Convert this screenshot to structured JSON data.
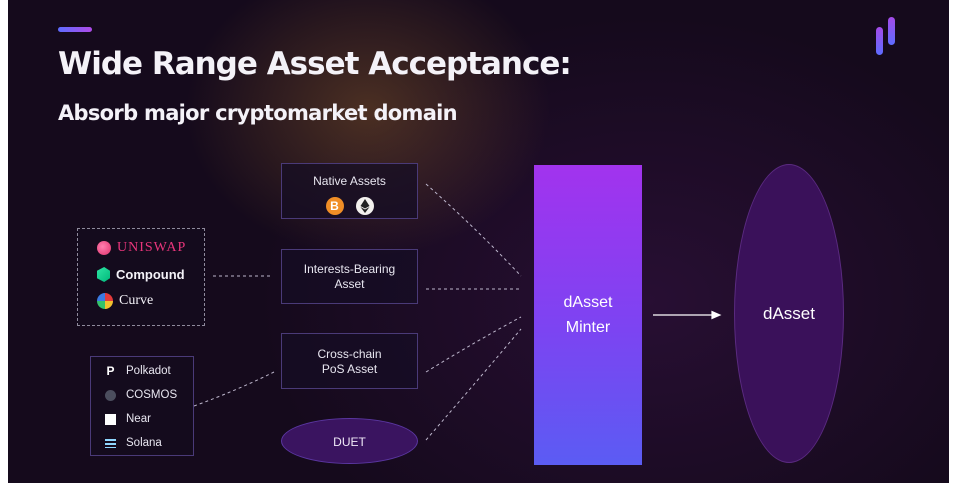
{
  "title": "Wide Range Asset Acceptance:",
  "subtitle": "Absorb major cryptomarket domain",
  "sources": {
    "native": {
      "label": "Native Assets",
      "icons": [
        "bitcoin-icon",
        "ethereum-icon"
      ],
      "btc_glyph": "B"
    },
    "interest": {
      "line1": "Interests-Bearing",
      "line2": "Asset"
    },
    "crosschain": {
      "line1": "Cross-chain",
      "line2": "PoS Asset"
    },
    "duet": {
      "label": "DUET"
    }
  },
  "defi_protocols": [
    {
      "name": "UNISWAP",
      "icon": "uniswap-icon"
    },
    {
      "name": "Compound",
      "icon": "compound-icon"
    },
    {
      "name": "Curve",
      "icon": "curve-icon"
    }
  ],
  "chains": [
    {
      "name": "Polkadot",
      "icon": "polkadot-icon",
      "glyph": "P"
    },
    {
      "name": "COSMOS",
      "icon": "cosmos-icon"
    },
    {
      "name": "Near",
      "icon": "near-icon"
    },
    {
      "name": "Solana",
      "icon": "solana-icon"
    }
  ],
  "minter": {
    "line1": "dAsset",
    "line2": "Minter"
  },
  "output": {
    "label": "dAsset"
  },
  "colors": {
    "background": "#150a1c",
    "minter_top": "#a233ee",
    "minter_bottom": "#5b5cf3",
    "output_fill": "#3a115a",
    "box_border": "#4a3a78",
    "uniswap": "#e8357b"
  }
}
